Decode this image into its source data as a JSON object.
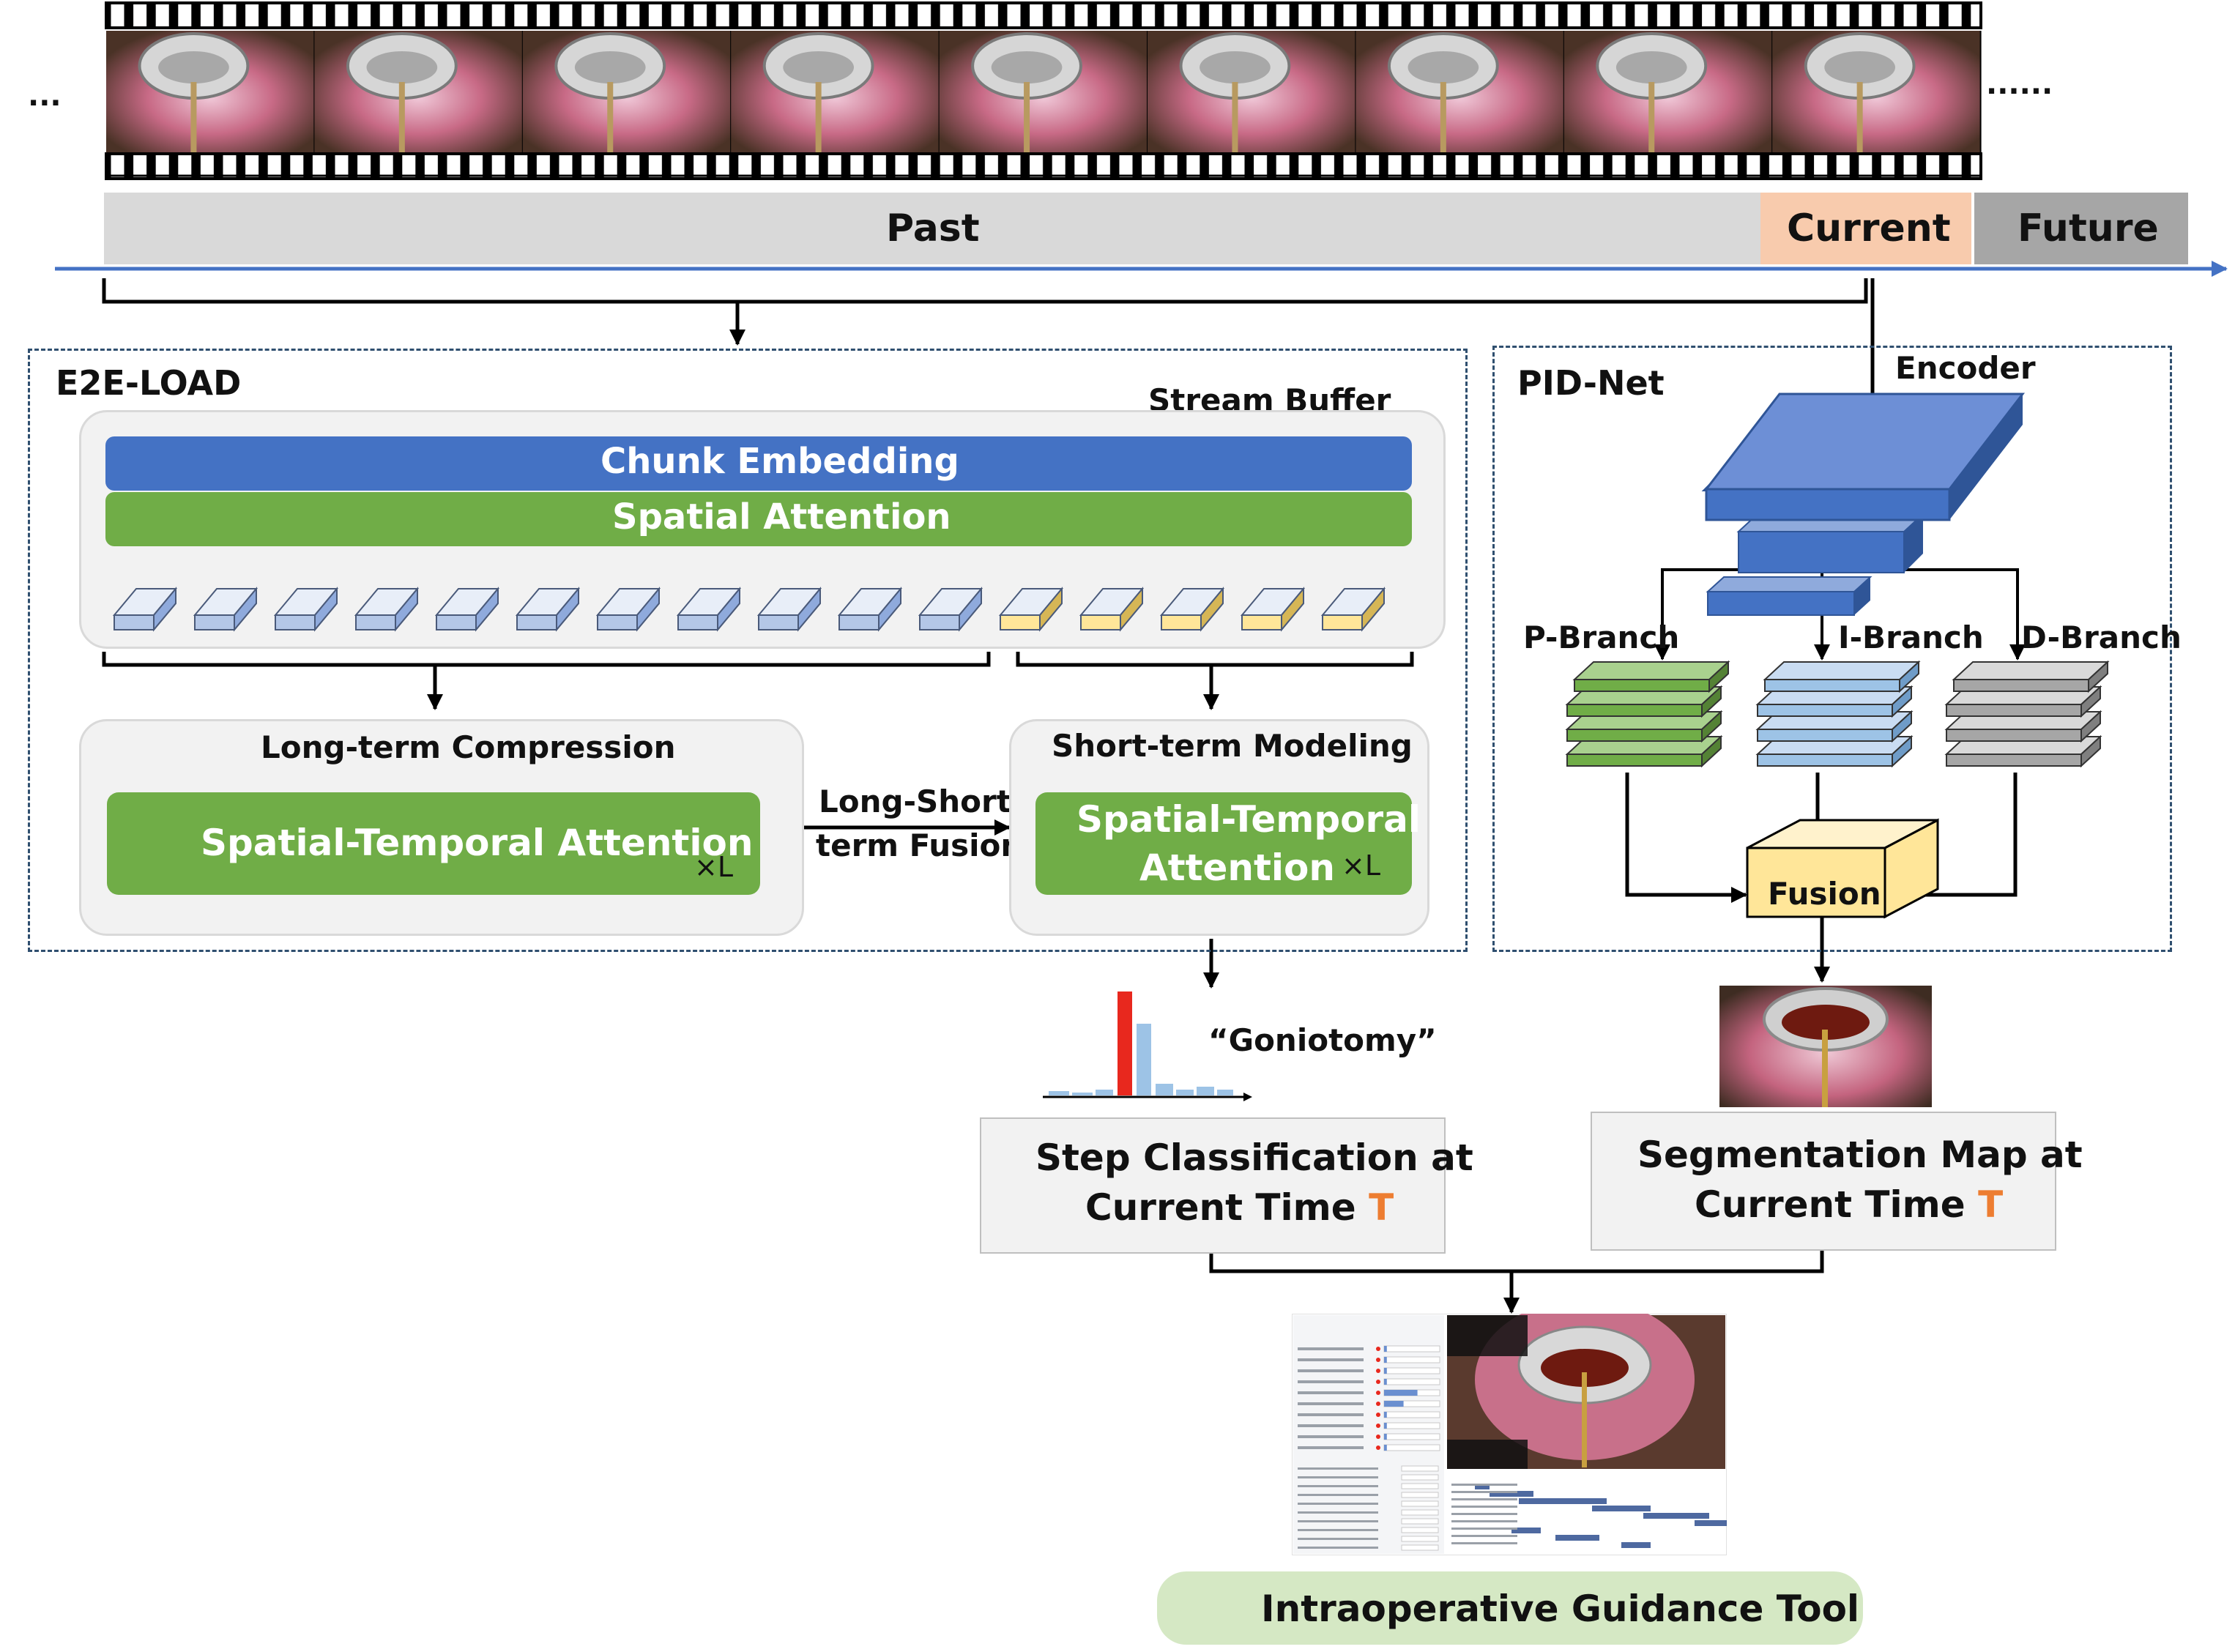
{
  "timeline": {
    "leading_ellipsis": "...",
    "trailing_ellipsis": "......",
    "past_label": "Past",
    "current_label": "Current",
    "future_label": "Future"
  },
  "e2e_load": {
    "title": "E2E-LOAD",
    "stream_buffer_label": "Stream Buffer",
    "chunk_embedding": "Chunk Embedding",
    "spatial_attention": "Spatial Attention",
    "long_term_title": "Long-term Compression",
    "long_term_block": "Spatial-Temporal Attention",
    "long_term_repeat": "×L",
    "fusion_label_line1": "Long-Short-",
    "fusion_label_line2": "term Fusion",
    "short_term_title": "Short-term Modeling",
    "short_term_block_line1": "Spatial-Temporal",
    "short_term_block_line2": "Attention",
    "short_term_repeat": "×L",
    "prediction_label": "“Goniotomy”",
    "output_line1": "Step Classification at",
    "output_line2_prefix": "Current Time ",
    "output_time_symbol": "T"
  },
  "pid_net": {
    "title": "PID-Net",
    "encoder_label": "Encoder",
    "p_branch": "P-Branch",
    "i_branch": "I-Branch",
    "d_branch": "D-Branch",
    "fusion": "Fusion",
    "output_line1": "Segmentation Map at",
    "output_line2_prefix": "Current Time ",
    "output_time_symbol": "T"
  },
  "tool": {
    "label": "Intraoperative Guidance Tool"
  },
  "colors": {
    "past_bar": "#d9d9d9",
    "current_bar": "#f8cbad",
    "future_bar": "#a6a6a6",
    "chunk_embedding": "#4472c4",
    "green_block": "#70ad47",
    "blue_token": "#b4c7e7",
    "yellow_token": "#ffe699",
    "time_symbol": "#ed7d31",
    "bar_highlight": "#e8281e",
    "bar_normal": "#9dc3e6",
    "tool_pill": "#d5e8c4",
    "timeline_arrow": "#4472c4"
  },
  "icons": [
    "film-strip-icon",
    "eye-surgery-frame-icon",
    "histogram-icon",
    "segmentation-map-icon",
    "guidance-tool-screenshot-icon"
  ]
}
